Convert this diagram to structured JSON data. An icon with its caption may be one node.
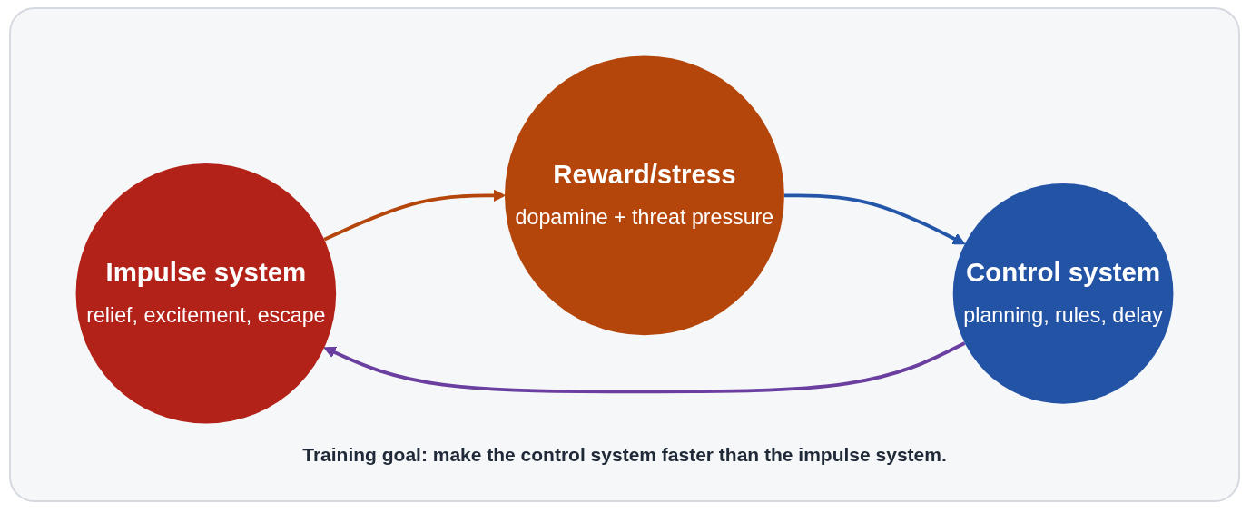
{
  "diagram": {
    "caption": "Training goal: make the control system faster than the impulse system.",
    "nodes": [
      {
        "text": [
          "Impulse system",
          "relief, excitement, escape"
        ]
      },
      {
        "text": [
          "Reward/stress",
          "dopamine + threat pressure"
        ]
      },
      {
        "text": [
          "Control system",
          "planning, rules, delay"
        ]
      }
    ],
    "edges": [
      {
        "from": 0,
        "to": 1,
        "arrow": "to",
        "color": "#b5460b"
      },
      {
        "from": 1,
        "to": 2,
        "arrow": "to",
        "color": "#2356a8"
      },
      {
        "from": 2,
        "to": 0,
        "arrow": "to",
        "color": "#6a3fa0"
      }
    ]
  }
}
